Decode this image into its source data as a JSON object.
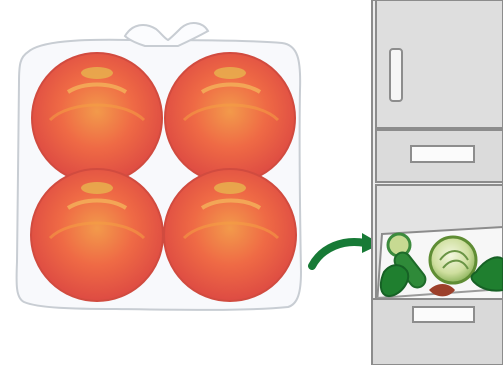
{
  "illustration": {
    "bag": {
      "item": "apples",
      "count": 4,
      "apple_colors": {
        "base": "#e8504a",
        "highlight": "#f2a24a",
        "stem_area": "#e7b04e"
      },
      "bag_color": "#f7f8fb"
    },
    "arrow": {
      "icon": "curved-arrow-icon",
      "color": "#177a36"
    },
    "fridge": {
      "compartments": [
        "door",
        "drawer",
        "vegetable-drawer"
      ],
      "body_color": "#dcdcdc",
      "outline_color": "#8c8c8c",
      "produce": [
        "cut-cucumber",
        "cabbage",
        "leafy-greens"
      ],
      "produce_colors": {
        "greens": "#1f7f2f",
        "light_green": "#c6da93",
        "cabbage_inner": "#eef2d5"
      }
    }
  }
}
